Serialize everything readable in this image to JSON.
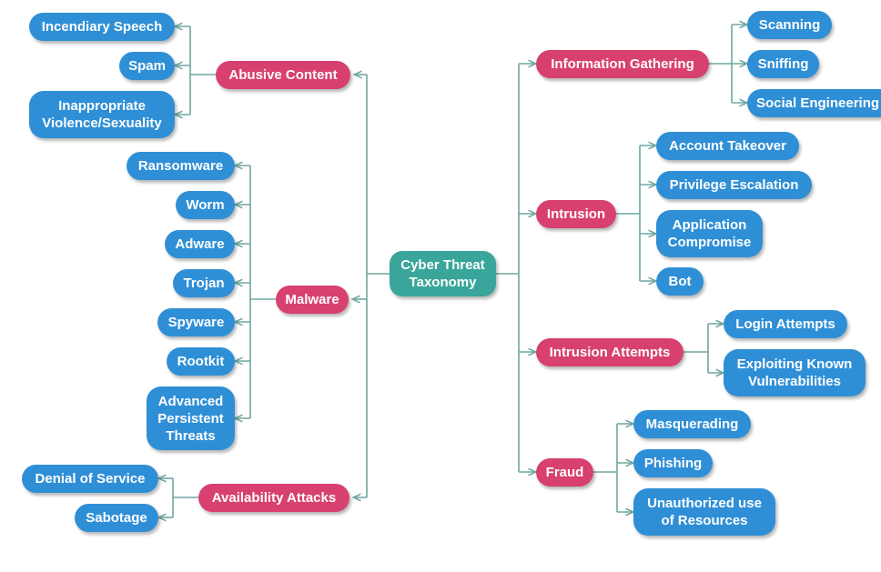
{
  "colors": {
    "root": "#3aa59a",
    "category": "#d8406f",
    "leaf": "#2f8fd6",
    "connector": "#6fa7a0"
  },
  "root": {
    "label": "Cyber Threat\nTaxonomy"
  },
  "categories": [
    {
      "label": "Abusive Content",
      "items": [
        "Incendiary Speech",
        "Spam",
        "Inappropriate\nViolence/Sexuality"
      ]
    },
    {
      "label": "Malware",
      "items": [
        "Ransomware",
        "Worm",
        "Adware",
        "Trojan",
        "Spyware",
        "Rootkit",
        "Advanced\nPersistent\nThreats"
      ]
    },
    {
      "label": "Availability Attacks",
      "items": [
        "Denial of Service",
        "Sabotage"
      ]
    },
    {
      "label": "Information Gathering",
      "items": [
        "Scanning",
        "Sniffing",
        "Social Engineering"
      ]
    },
    {
      "label": "Intrusion",
      "items": [
        "Account Takeover",
        "Privilege Escalation",
        "Application\nCompromise",
        "Bot"
      ]
    },
    {
      "label": "Intrusion Attempts",
      "items": [
        "Login Attempts",
        "Exploiting Known\nVulnerabilities"
      ]
    },
    {
      "label": "Fraud",
      "items": [
        "Masquerading",
        "Phishing",
        "Unauthorized use\nof Resources"
      ]
    }
  ]
}
